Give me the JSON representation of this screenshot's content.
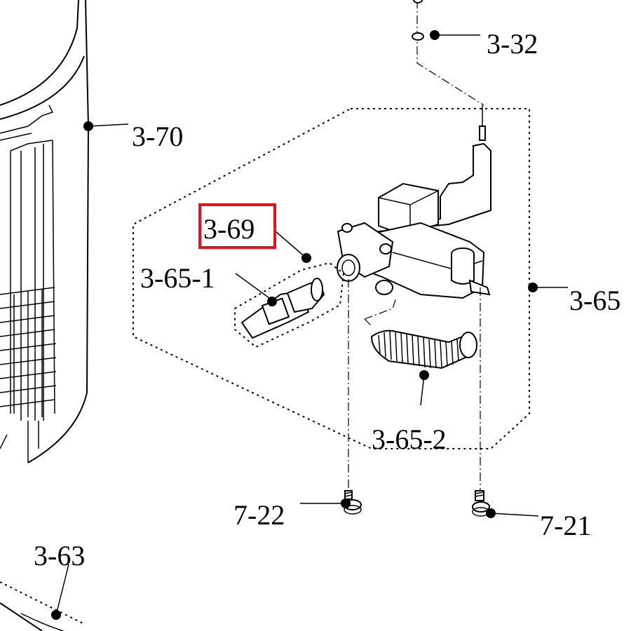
{
  "callouts": {
    "c_3_32": "3-32",
    "c_3_70": "3-70",
    "c_3_69": "3-69",
    "c_3_65_1": "3-65-1",
    "c_3_65": "3-65",
    "c_3_65_2": "3-65-2",
    "c_7_22": "7-22",
    "c_7_21": "7-21",
    "c_3_63": "3-63"
  },
  "highlight": {
    "label": "3-69",
    "color": "#e3121b"
  },
  "line_color": "#000000"
}
